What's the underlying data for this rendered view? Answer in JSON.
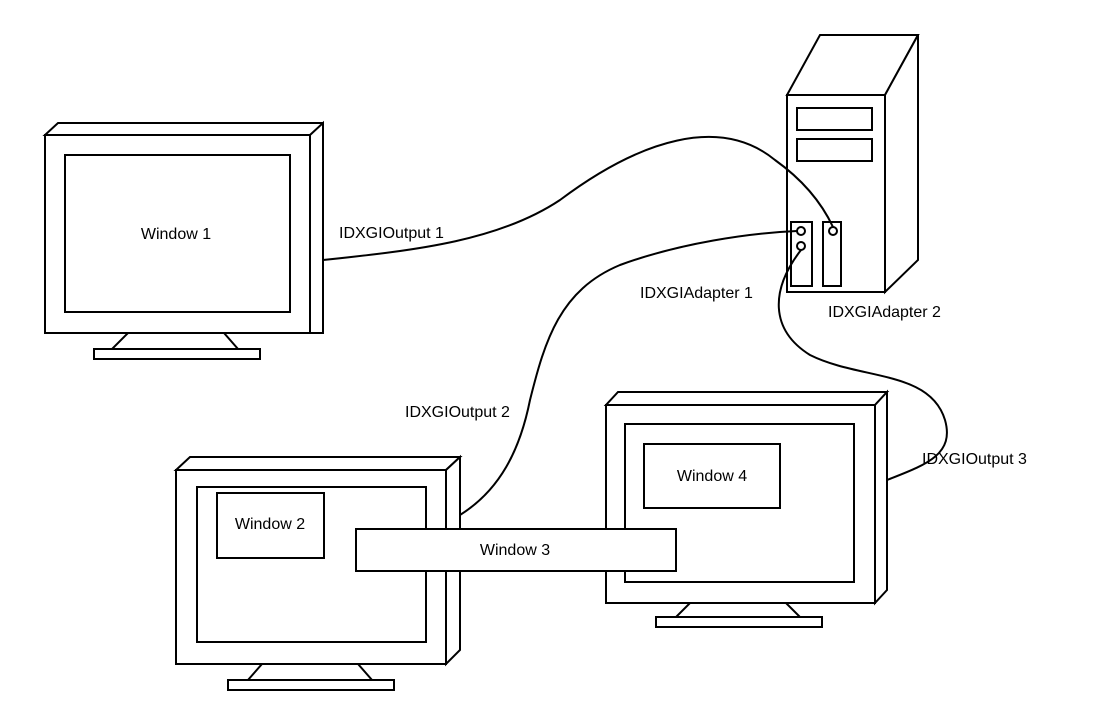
{
  "labels": {
    "window_1": "Window 1",
    "window_2": "Window 2",
    "window_3": "Window 3",
    "window_4": "Window 4",
    "output_1": "IDXGIOutput 1",
    "output_2": "IDXGIOutput 2",
    "output_3": "IDXGIOutput 3",
    "adapter_1": "IDXGIAdapter 1",
    "adapter_2": "IDXGIAdapter 2"
  },
  "colors": {
    "stroke": "#000000",
    "background": "#ffffff"
  }
}
